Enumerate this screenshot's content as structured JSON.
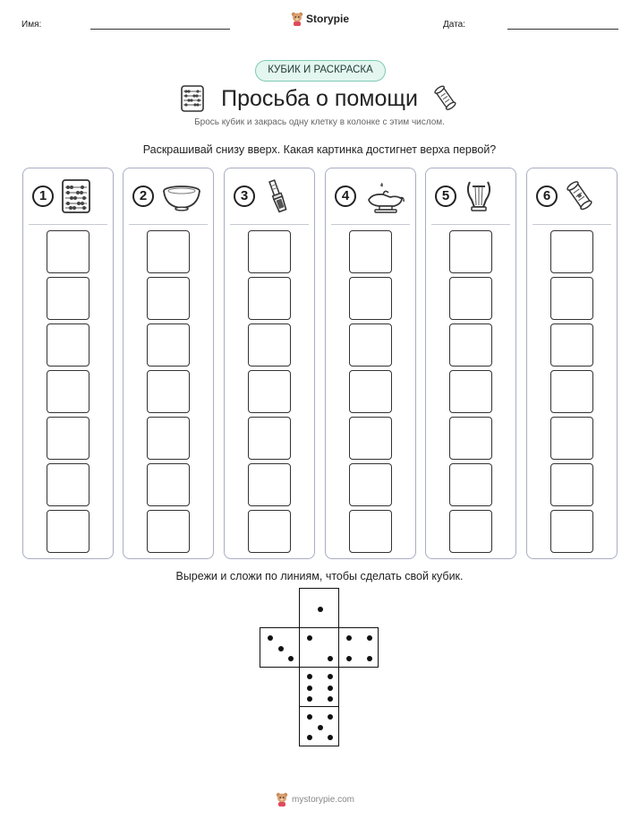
{
  "header": {
    "name_label": "Имя:",
    "date_label": "Дата:",
    "brand": "Storypie"
  },
  "pill": "КУБИК И РАСКРАСКА",
  "title": "Просьба о помощи",
  "title_icons": [
    "abacus-icon",
    "scroll-icon"
  ],
  "subtitle": "Брось кубик и закрась одну клетку в колонке с этим числом.",
  "instruction": "Раскрашивай снизу вверх. Какая картинка достигнет верха первой?",
  "columns": [
    {
      "number": "1",
      "icon": "abacus-icon"
    },
    {
      "number": "2",
      "icon": "bowl-icon"
    },
    {
      "number": "3",
      "icon": "chisel-icon"
    },
    {
      "number": "4",
      "icon": "oil-lamp-icon"
    },
    {
      "number": "5",
      "icon": "lyre-icon"
    },
    {
      "number": "6",
      "icon": "scroll-icon"
    }
  ],
  "cells_per_column": 7,
  "cut_instruction": "Вырежи и сложи по линиям, чтобы сделать свой кубик.",
  "dice_faces": [
    1,
    3,
    2,
    4,
    6,
    5
  ],
  "footer": "mystorypie.com",
  "colors": {
    "pill_border": "#7fc9b6",
    "pill_fill": "#e4f6f0",
    "column_border": "#a9adc2"
  }
}
